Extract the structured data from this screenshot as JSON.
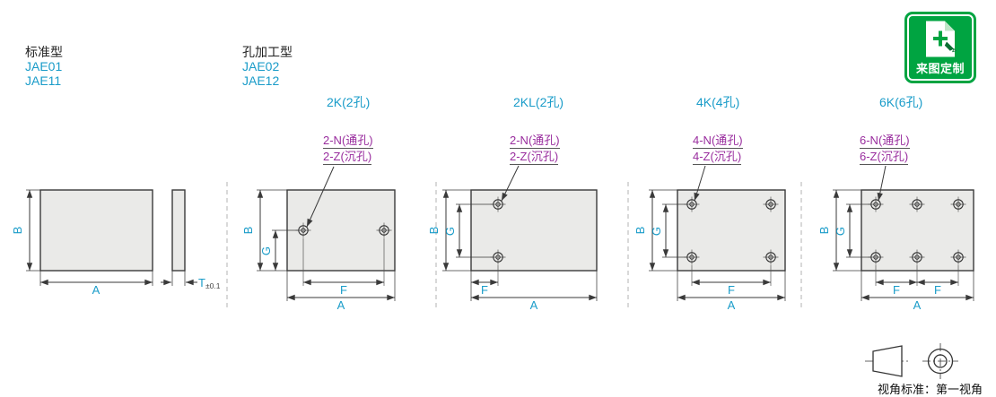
{
  "colors": {
    "accent_blue": "#1a9cc9",
    "annotation_purple": "#992d9e",
    "badge_green": "#00a441",
    "plate_fill": "#eaeae8",
    "line": "#3a3a3a"
  },
  "type_blocks": {
    "standard": {
      "title": "标准型",
      "models": [
        "JAE01",
        "JAE11"
      ]
    },
    "machined": {
      "title": "孔加工型",
      "models": [
        "JAE02",
        "JAE12"
      ]
    }
  },
  "badge": {
    "label": "来图定制"
  },
  "variants": [
    {
      "label": "2K(2孔)",
      "through_hole": "2-N(通孔)",
      "counterbore": "2-Z(沉孔)"
    },
    {
      "label": "2KL(2孔)",
      "through_hole": "2-N(通孔)",
      "counterbore": "2-Z(沉孔)"
    },
    {
      "label": "4K(4孔)",
      "through_hole": "4-N(通孔)",
      "counterbore": "4-Z(沉孔)"
    },
    {
      "label": "6K(6孔)",
      "through_hole": "6-N(通孔)",
      "counterbore": "6-Z(沉孔)"
    }
  ],
  "dimensions": {
    "width": "A",
    "height": "B",
    "hole_offset": "G",
    "hole_pitch": "F",
    "thickness": "T",
    "thickness_tolerance": "±0.1"
  },
  "footer": {
    "projection_note": "视角标准：第一视角"
  }
}
